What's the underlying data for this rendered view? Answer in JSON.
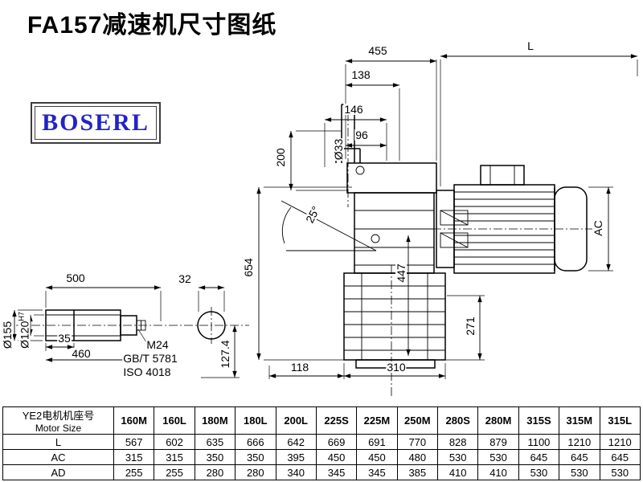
{
  "page": {
    "title": "FA157减速机尺寸图纸"
  },
  "logo": {
    "text": "BOSERL"
  },
  "dims": {
    "d455": "455",
    "L": "L",
    "d138": "138",
    "d146": "146",
    "d96": "96",
    "dia33": "Ø33",
    "d200": "200",
    "angle25": "25°",
    "d654": "654",
    "d447": "447",
    "AC": "AC",
    "d271": "271",
    "d118": "118",
    "d310": "310",
    "d500": "500",
    "d32": "32",
    "d35": "35",
    "d460": "460",
    "dia155": "Ø155",
    "dia120_base": "Ø120",
    "dia120_sup": "H7",
    "m24": "M24",
    "gbt": "GB/T 5781",
    "iso": "ISO 4018",
    "d127": "127.4"
  },
  "table": {
    "motor_label_cn": "YE2电机机座号",
    "motor_label_en": "Motor Size",
    "sizes": [
      "160M",
      "160L",
      "180M",
      "180L",
      "200L",
      "225S",
      "225M",
      "250M",
      "280S",
      "280M",
      "315S",
      "315M",
      "315L"
    ],
    "rows": [
      {
        "label": "L",
        "values": [
          567,
          602,
          635,
          666,
          642,
          669,
          691,
          770,
          828,
          879,
          1100,
          1210,
          1210
        ]
      },
      {
        "label": "AC",
        "values": [
          315,
          315,
          350,
          350,
          395,
          450,
          450,
          480,
          530,
          530,
          645,
          645,
          645
        ]
      },
      {
        "label": "AD",
        "values": [
          255,
          255,
          280,
          280,
          340,
          345,
          345,
          385,
          410,
          410,
          530,
          530,
          530
        ]
      }
    ]
  }
}
